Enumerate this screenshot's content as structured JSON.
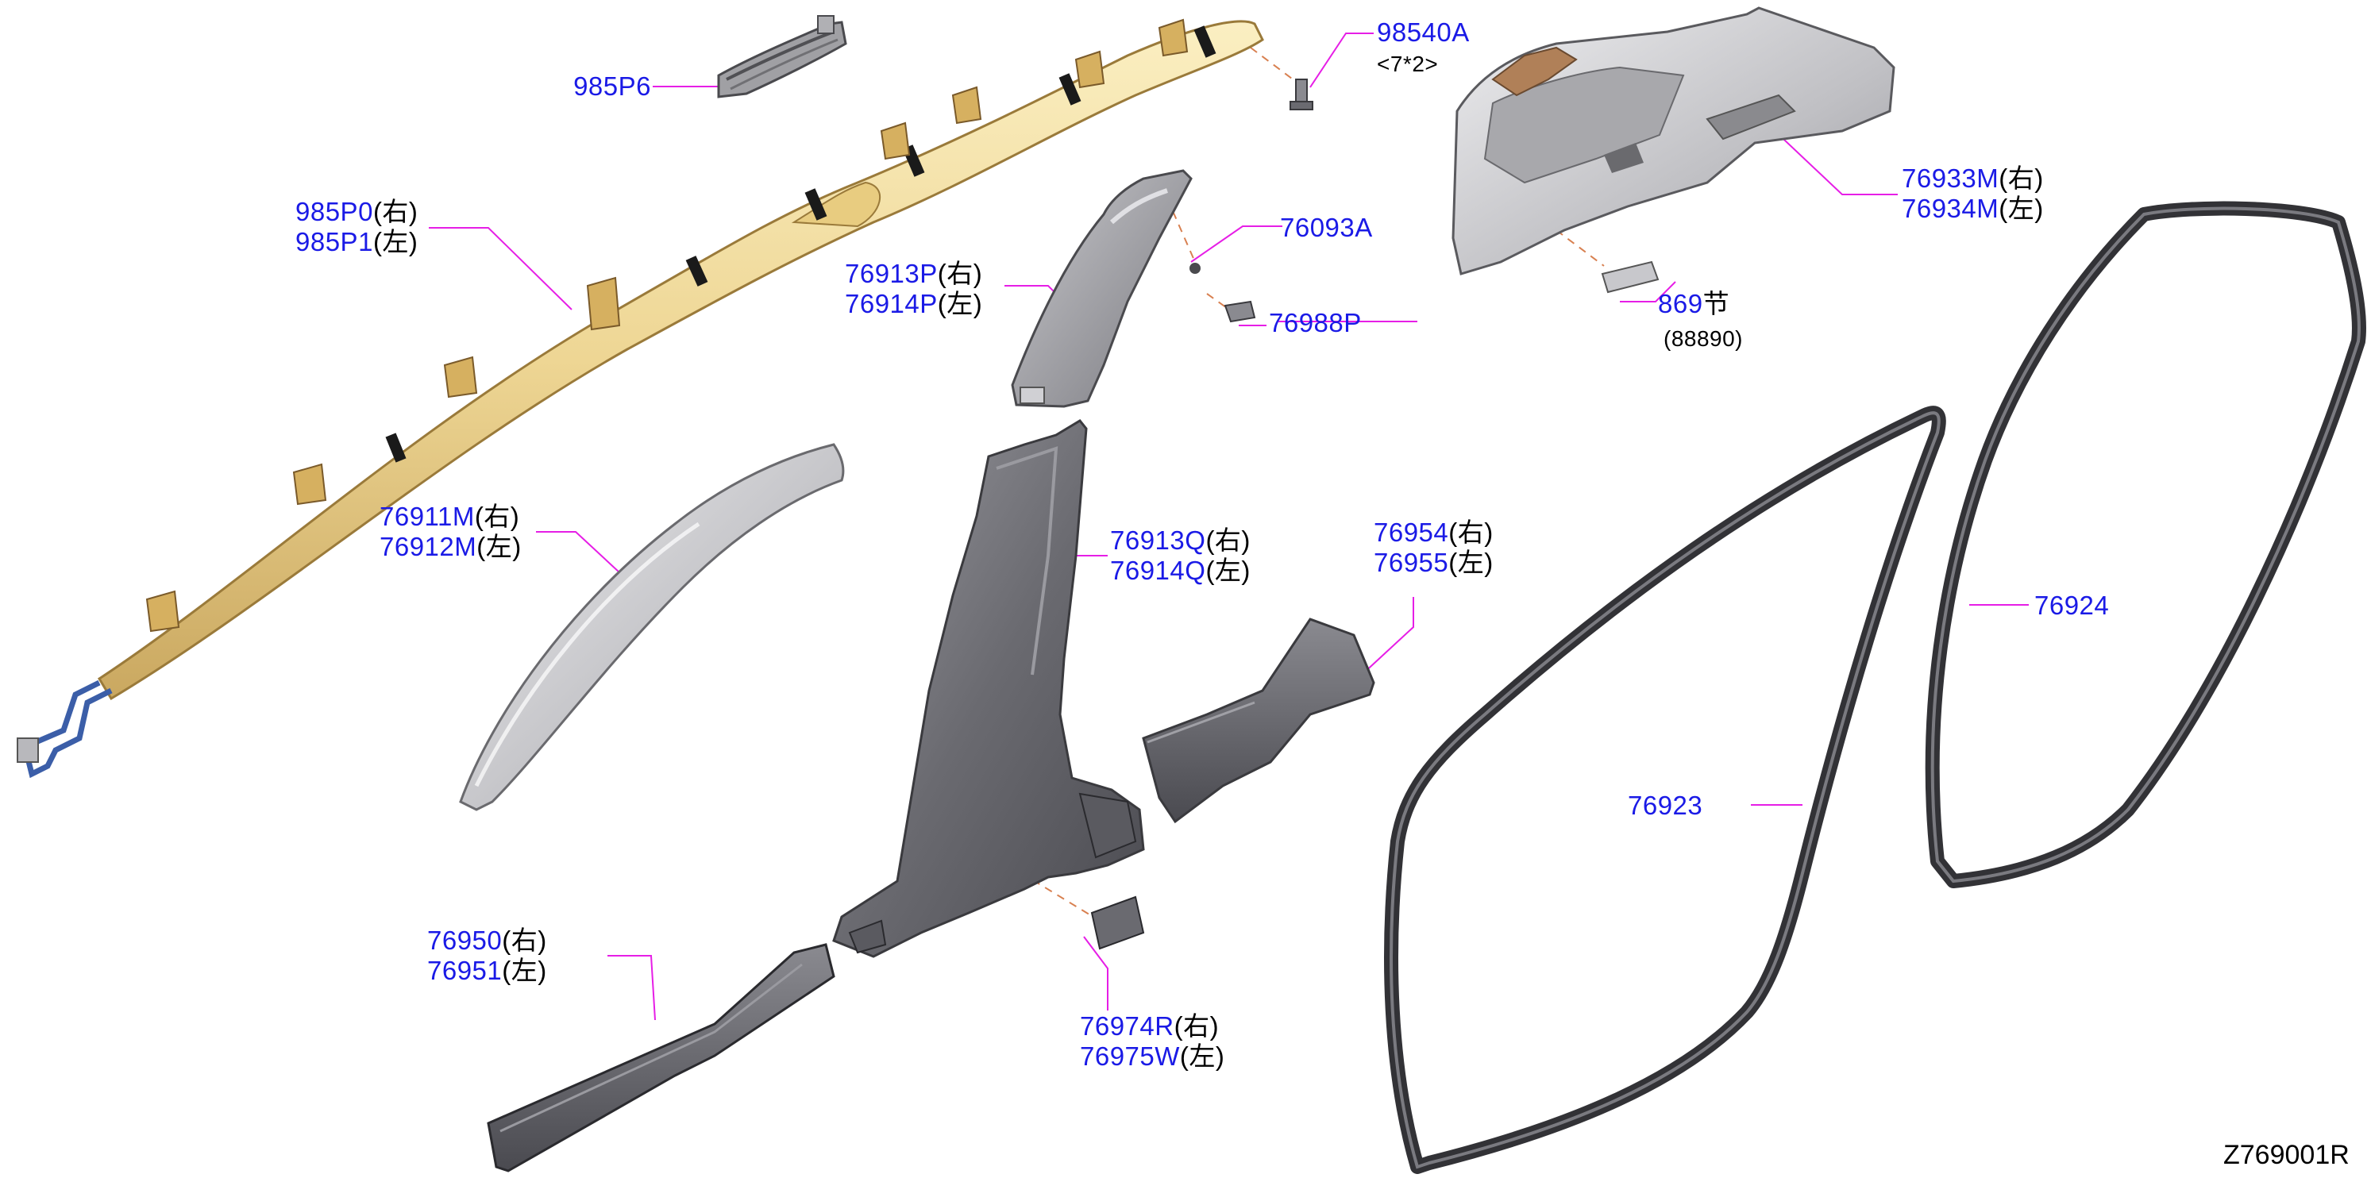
{
  "figure_id": "Z769001R",
  "colors": {
    "part_number": "#1a1ae6",
    "leader_line": "#e61ee6",
    "airbag": "#f0dc9a",
    "trim_dark": "#6e6e72",
    "trim_light": "#c8c8cc",
    "weatherstrip": "#3c3c40"
  },
  "callouts": {
    "p985p6": {
      "code": "985P6"
    },
    "p98540a": {
      "code": "98540A",
      "qty": "<7*2>"
    },
    "p985p0": {
      "code": "985P0",
      "side": "(右)"
    },
    "p985p1": {
      "code": "985P1",
      "side": "(左)"
    },
    "p76933m": {
      "code": "76933M",
      "side": "(右)"
    },
    "p76934m": {
      "code": "76934M",
      "side": "(左)"
    },
    "p76093a": {
      "code": "76093A"
    },
    "p76913p": {
      "code": "76913P",
      "side": "(右)"
    },
    "p76914p": {
      "code": "76914P",
      "side": "(左)"
    },
    "p76988p": {
      "code": "76988P"
    },
    "p869": {
      "code": "869",
      "suffix": "节",
      "ref": "(88890)"
    },
    "p76911m": {
      "code": "76911M",
      "side": "(右)"
    },
    "p76912m": {
      "code": "76912M",
      "side": "(左)"
    },
    "p76913q": {
      "code": "76913Q",
      "side": "(右)"
    },
    "p76914q": {
      "code": "76914Q",
      "side": "(左)"
    },
    "p76954": {
      "code": "76954",
      "side": "(右)"
    },
    "p76955": {
      "code": "76955",
      "side": "(左)"
    },
    "p76924": {
      "code": "76924"
    },
    "p76923": {
      "code": "76923"
    },
    "p76950": {
      "code": "76950",
      "side": "(右)"
    },
    "p76951": {
      "code": "76951",
      "side": "(左)"
    },
    "p76974r": {
      "code": "76974R",
      "side": "(右)"
    },
    "p76975w": {
      "code": "76975W",
      "side": "(左)"
    }
  }
}
